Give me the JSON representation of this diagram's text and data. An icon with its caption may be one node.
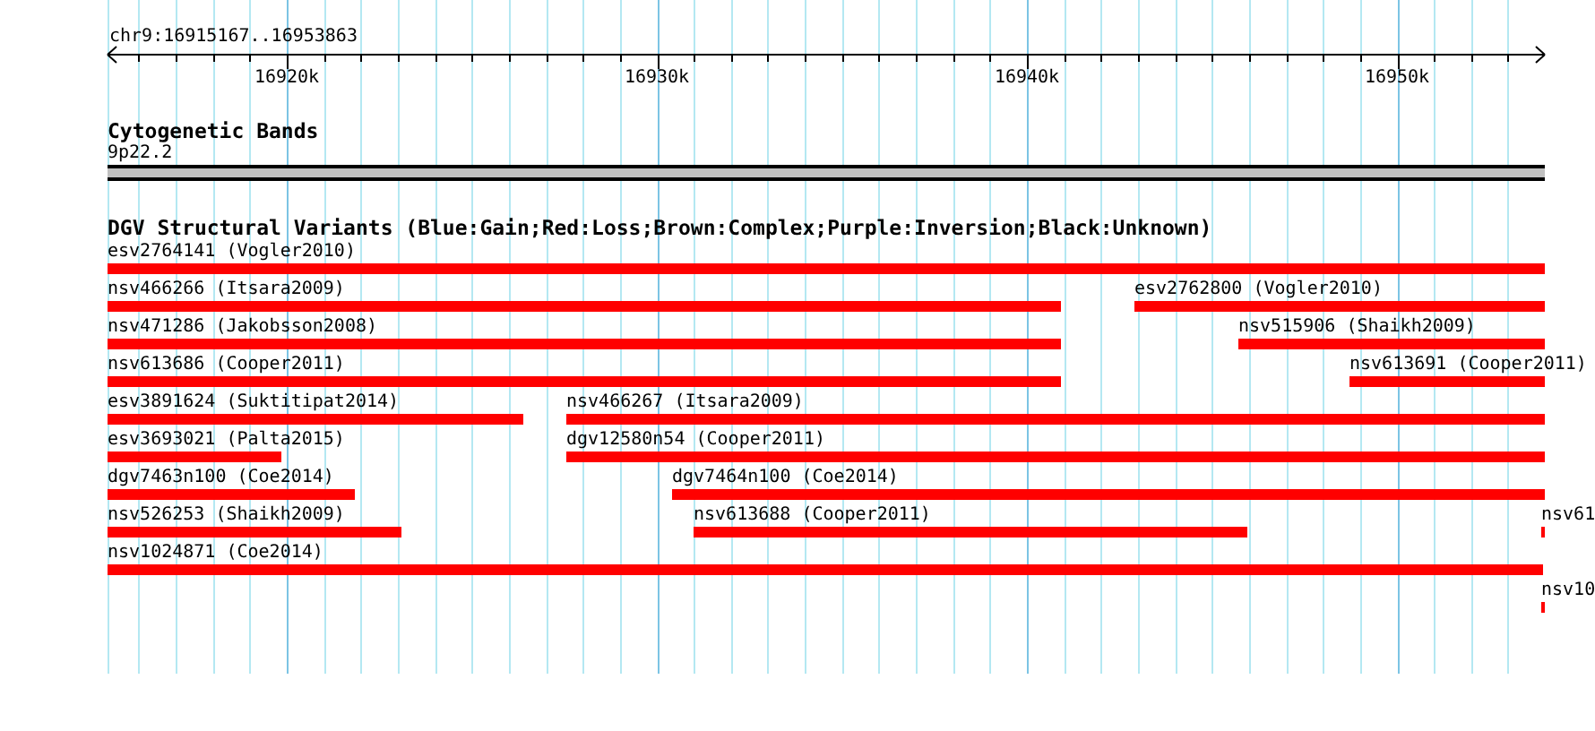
{
  "diagram": {
    "nodes": [
      {
        "text": [
          "9p22.2"
        ]
      },
      {
        "text": [
          "esv2764141 (Vogler2010)"
        ]
      },
      {
        "text": [
          "nsv466266 (Itsara2009)"
        ]
      },
      {
        "text": [
          "esv2762800 (Vogler2010)"
        ]
      },
      {
        "text": [
          "nsv471286 (Jakobsson2008)"
        ]
      },
      {
        "text": [
          "nsv515906 (Shaikh2009)"
        ]
      },
      {
        "text": [
          "nsv613686 (Cooper2011)"
        ]
      },
      {
        "text": [
          "nsv613691 (Cooper2011)"
        ]
      },
      {
        "text": [
          "esv3891624 (Suktitipat2014)"
        ]
      },
      {
        "text": [
          "nsv466267 (Itsara2009)"
        ]
      },
      {
        "text": [
          "esv3693021 (Palta2015)"
        ]
      },
      {
        "text": [
          "dgv12580n54 (Cooper2011)"
        ]
      },
      {
        "text": [
          "dgv7463n100 (Coe2014)"
        ]
      },
      {
        "text": [
          "dgv7464n100 (Coe2014)"
        ]
      },
      {
        "text": [
          "nsv526253 (Shaikh2009)"
        ]
      },
      {
        "text": [
          "nsv613688 (Cooper2011)"
        ]
      },
      {
        "text": [
          "nsv61"
        ]
      },
      {
        "text": [
          "nsv1024871 (Coe2014)"
        ]
      },
      {
        "text": [
          "nsv10"
        ]
      }
    ],
    "edges": [],
    "labels": [
      "chr9:16915167..16953863",
      "16920k",
      "16930k",
      "16940k",
      "16950k",
      "Cytogenetic Bands",
      "DGV Structural Variants (Blue:Gain;Red:Loss;Brown:Complex;Purple:Inversion;Black:Unknown)"
    ]
  }
}
